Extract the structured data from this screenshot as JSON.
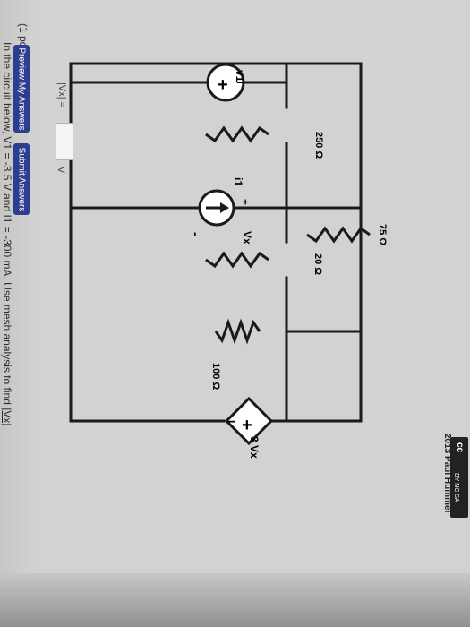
{
  "problem": {
    "points": "(1 point)",
    "text": "In the circuit below, V1 = -3.5 V and I1 = -300 mA. Use mesh analysis to find",
    "target": "|Vx|"
  },
  "circuit": {
    "source_v1_label": "v1",
    "r_250": "250 Ω",
    "r_75": "75 Ω",
    "r_20": "20 Ω",
    "r_100": "100 Ω",
    "current_source_label": "i1",
    "vx_label": "Vx",
    "vx_minus": "-",
    "vx_plus": "+",
    "dependent_source_label": "3 Vx",
    "v1_plus": "+",
    "v1_minus": "−",
    "dep_plus": "+",
    "dep_minus": "−"
  },
  "credit": {
    "text": "2013 Paul Hummel",
    "badge": "cc",
    "badge_icons": "BY  NC  SA"
  },
  "answer": {
    "label": "|Vx| =",
    "value": "",
    "unit": "V"
  },
  "buttons": {
    "preview": "Preview My Answers",
    "submit": "Submit Answers"
  }
}
